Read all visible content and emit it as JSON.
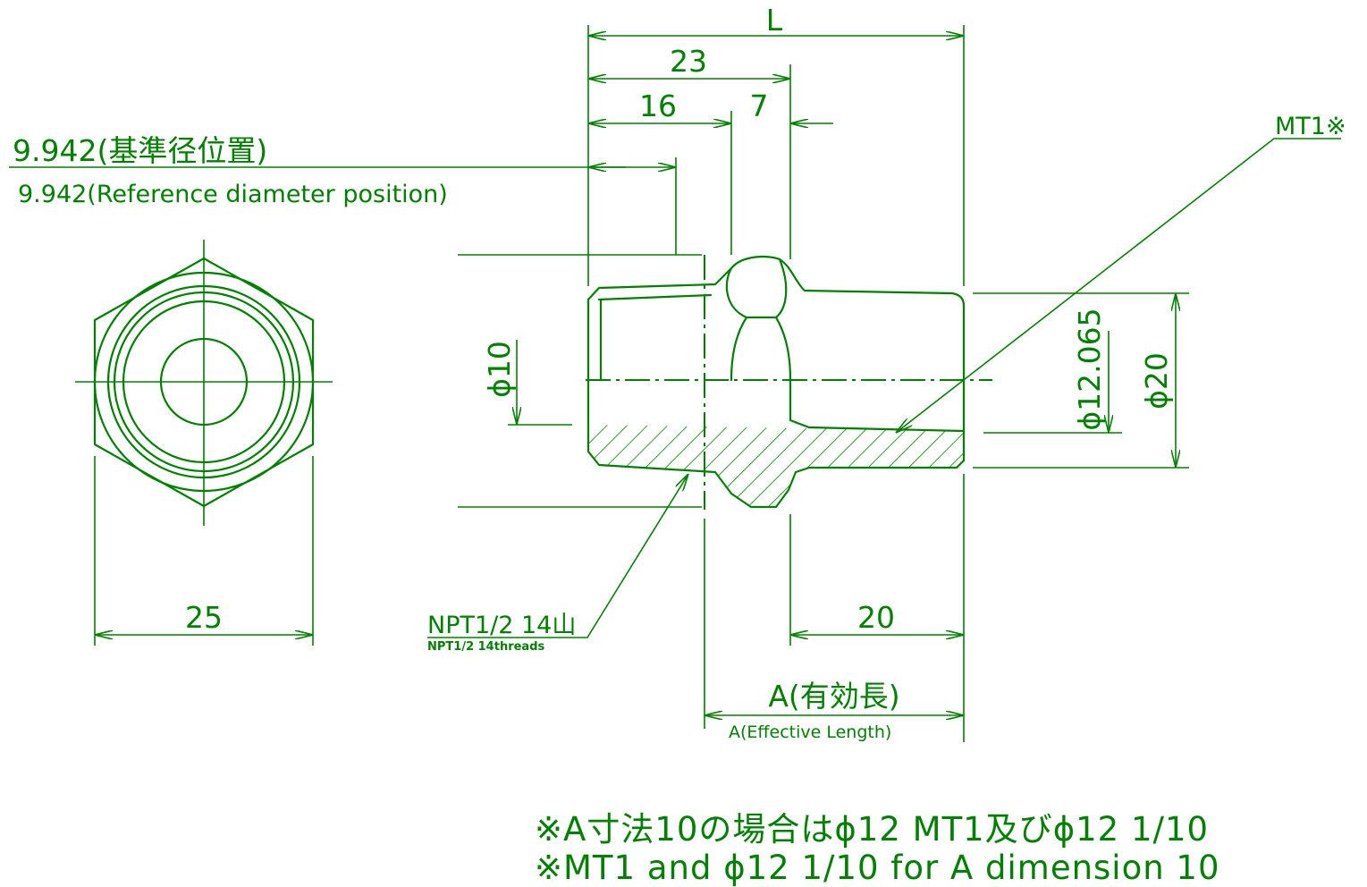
{
  "dimensions": {
    "L": "L",
    "d23": "23",
    "d16": "16",
    "d7": "7",
    "d25": "25",
    "d20": "20",
    "phi10": "ϕ10",
    "phi12065": "ϕ12.065",
    "phi20": "ϕ20"
  },
  "labels": {
    "ref_jp": "9.942(基準径位置)",
    "ref_en": "9.942(Reference diameter position)",
    "mt1": "MT1※",
    "npt_jp": "NPT1/2 14山",
    "npt_en": "NPT1/2 14threads",
    "a_jp": "A(有効長)",
    "a_en": "A(Effective Length)"
  },
  "notes": {
    "jp": "※A寸法10の場合はϕ12 MT1及びϕ12  1/10",
    "en": "※MT1 and ϕ12 1/10 for A dimension 10"
  },
  "colors": {
    "line": "#008000",
    "background": "#ffffff"
  }
}
